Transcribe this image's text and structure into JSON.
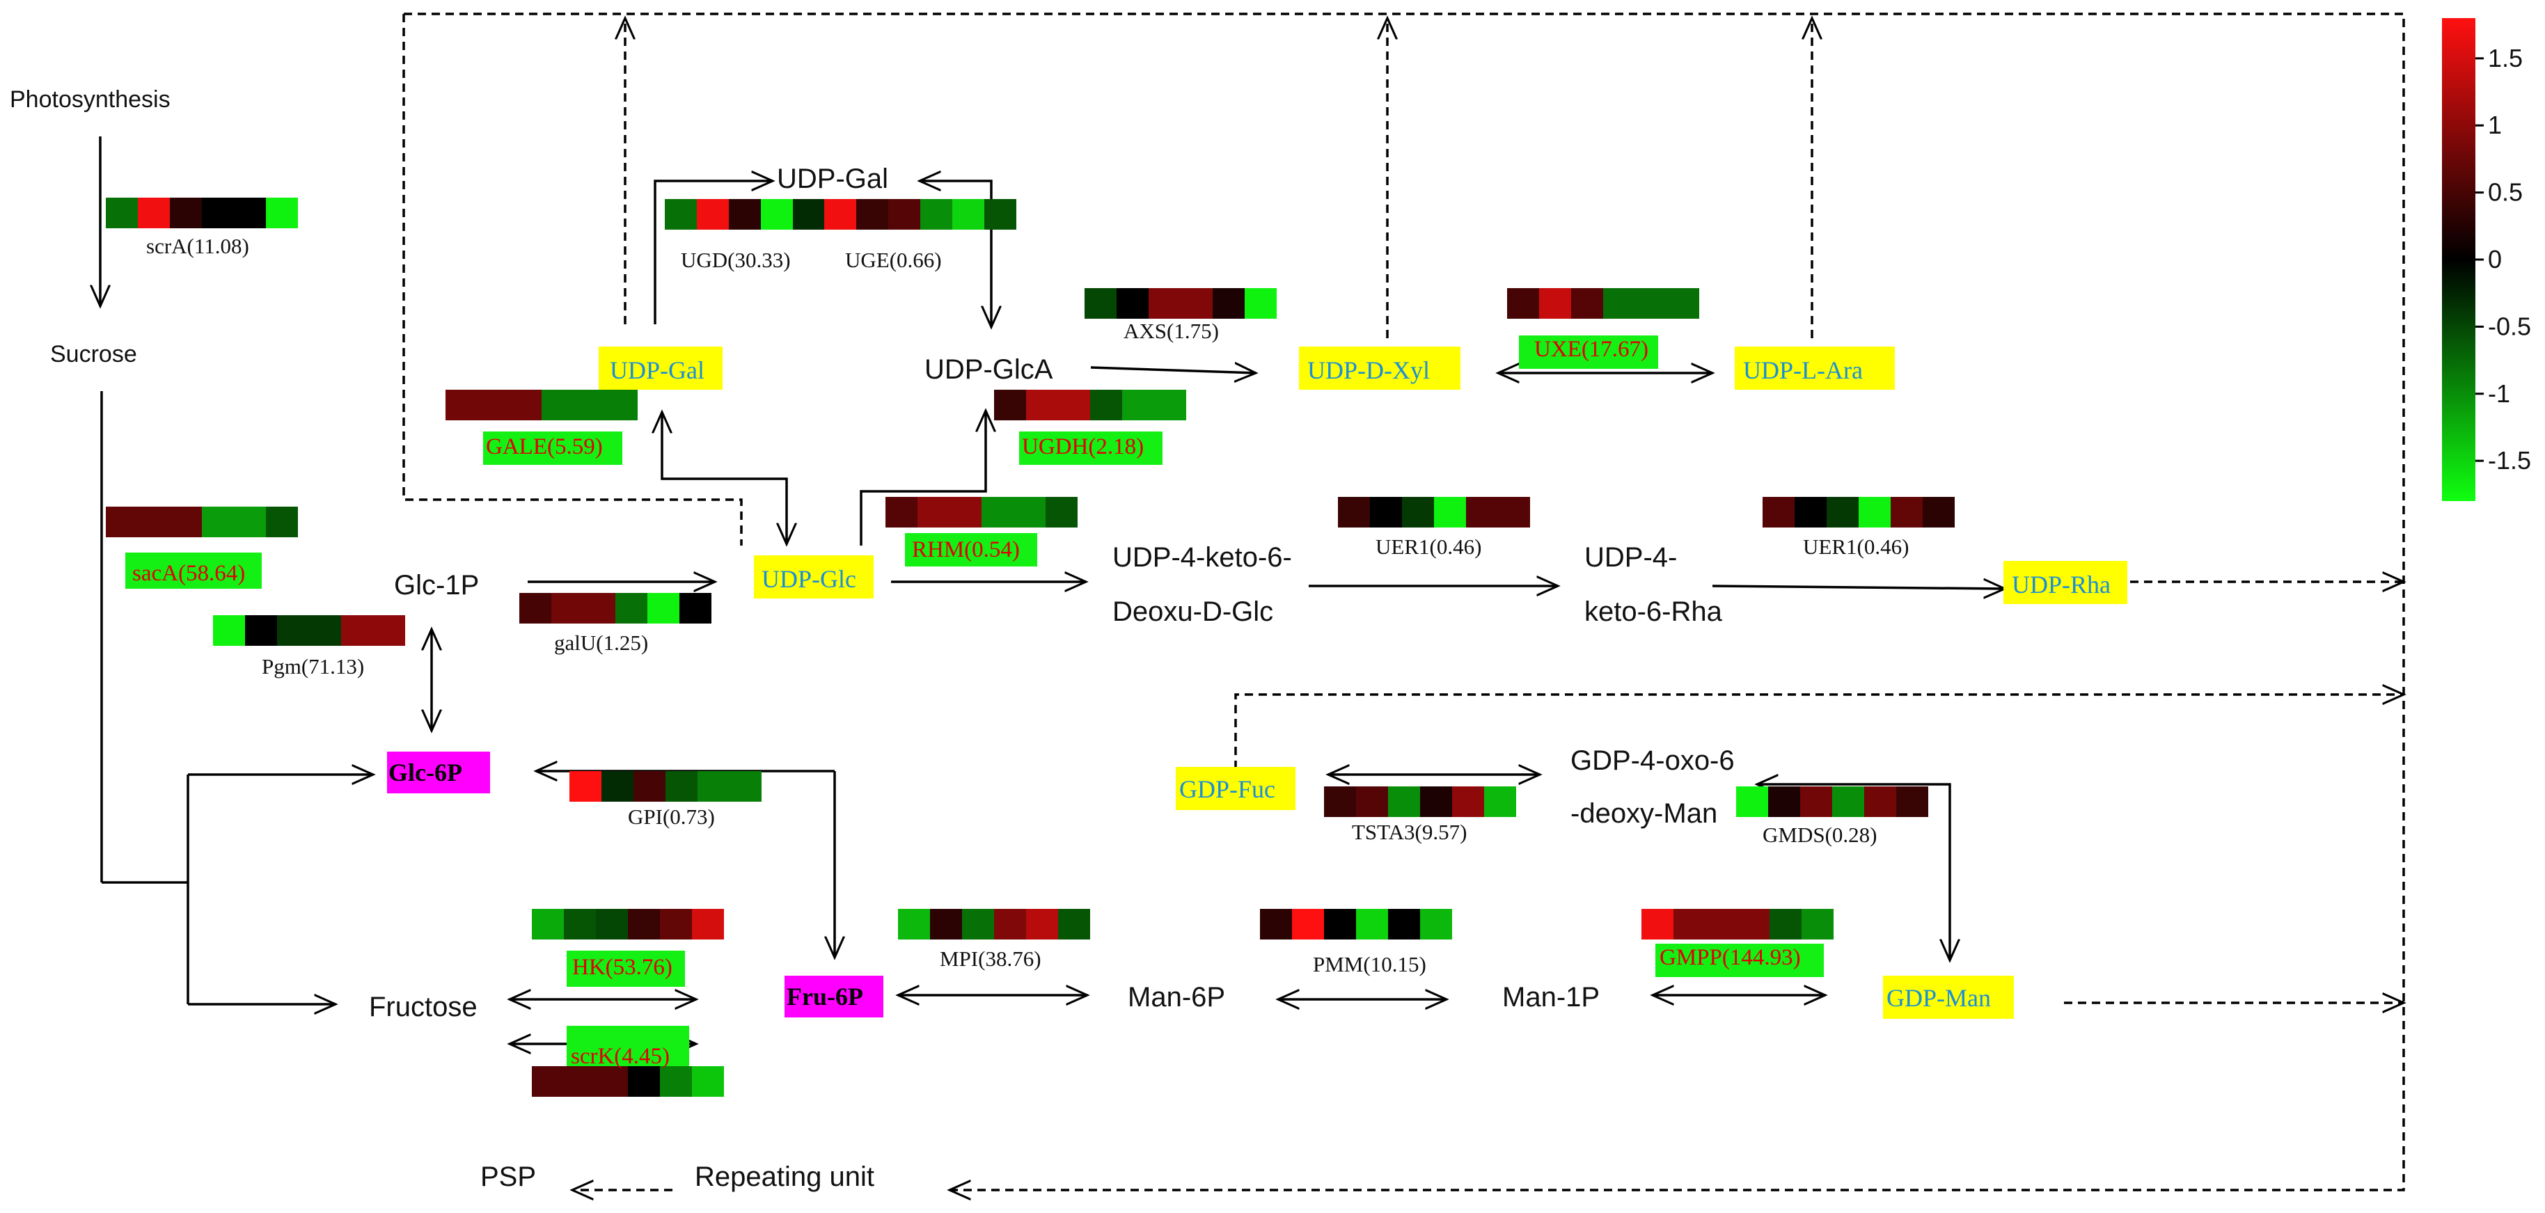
{
  "metabolites": {
    "udp_gal_top": "UDP-Gal",
    "udp_gal": "UDP-Gal",
    "udp_glca": "UDP-GlcA",
    "udp_d_xyl": "UDP-D-Xyl",
    "udp_l_ara": "UDP-L-Ara",
    "udp_glc": "UDP-Glc",
    "udp_4keto_deoxu_1": "UDP-4-keto-6-",
    "udp_4keto_deoxu_2": "Deoxu-D-Glc",
    "udp_4keto_rha_1": "UDP-4-",
    "udp_4keto_rha_2": "keto-6-Rha",
    "udp_rha": "UDP-Rha",
    "glc_1p": "Glc-1P",
    "glc_6p": "Glc-6P",
    "fru_6p": "Fru-6P",
    "gdp_fuc": "GDP-Fuc",
    "gdp_oxo_1": "GDP-4-oxo-6",
    "gdp_oxo_2": "-deoxy-Man",
    "man_6p": "Man-6P",
    "man_1p": "Man-1P",
    "gdp_man": "GDP-Man",
    "photosynthesis": "Photosynthesis",
    "sucrose": "Sucrose",
    "fructose": "Fructose",
    "psp": "PSP",
    "repeating_unit": "Repeating unit"
  },
  "genes": [
    {
      "id": "scrA",
      "label": "scrA(11.08)",
      "cells": [
        -0.8,
        1.7,
        0.3,
        0.0,
        0.0,
        -1.7
      ]
    },
    {
      "id": "UGD",
      "label": "UGD(30.33)",
      "cells": [
        -0.8,
        1.7,
        0.3,
        -1.7,
        -0.3,
        -0.7
      ]
    },
    {
      "id": "UGE",
      "label": "UGE(0.66)",
      "cells": [
        1.7,
        0.4,
        0.6,
        -1.0,
        -1.5,
        -0.6
      ]
    },
    {
      "id": "AXS",
      "label": "AXS(1.75)",
      "cells": [
        -0.5,
        0.0,
        0.9,
        0.9,
        0.2,
        -1.7
      ]
    },
    {
      "id": "UXE",
      "label": "UXE(17.67)",
      "cells": [
        0.5,
        1.4,
        0.6,
        -0.8,
        -0.8,
        -0.8
      ]
    },
    {
      "id": "GALE",
      "label": "GALE(5.59)",
      "cells": [
        0.8,
        0.8,
        0.8,
        -0.9,
        -0.9,
        -0.9
      ]
    },
    {
      "id": "UGDH",
      "label": "UGDH(2.18)",
      "cells": [
        0.4,
        1.2,
        1.2,
        -0.6,
        -1.1,
        -1.1
      ]
    },
    {
      "id": "RHM",
      "label": "RHM(0.54)",
      "cells": [
        0.6,
        1.0,
        1.0,
        -1.0,
        -1.0,
        -0.6
      ]
    },
    {
      "id": "UER1a",
      "label": "UER1(0.46)",
      "cells": [
        0.4,
        0.0,
        -0.4,
        -1.7,
        0.6,
        0.6
      ]
    },
    {
      "id": "UER1b",
      "label": "UER1(0.46)",
      "cells": [
        0.6,
        0.0,
        -0.4,
        -1.7,
        0.7,
        0.3
      ]
    },
    {
      "id": "sacA",
      "label": "sacA(58.64)",
      "cells": [
        0.7,
        0.7,
        0.7,
        -1.1,
        -1.1,
        -0.6
      ]
    },
    {
      "id": "galU",
      "label": "galU(1.25)",
      "cells": [
        0.5,
        0.8,
        0.8,
        -0.8,
        -1.7,
        0.0
      ]
    },
    {
      "id": "Pgm",
      "label": "Pgm(71.13)",
      "cells": [
        -1.7,
        0.0,
        -0.4,
        -0.4,
        1.0,
        1.0
      ]
    },
    {
      "id": "GPI",
      "label": "GPI(0.73)",
      "cells": [
        1.8,
        -0.3,
        0.5,
        -0.6,
        -0.9,
        -0.9
      ]
    },
    {
      "id": "TSTA3",
      "label": "TSTA3(9.57)",
      "cells": [
        0.4,
        0.6,
        -1.0,
        0.2,
        1.0,
        -1.3
      ]
    },
    {
      "id": "GMDS",
      "label": "GMDS(0.28)",
      "cells": [
        -1.7,
        0.2,
        0.8,
        -1.0,
        0.8,
        0.4
      ]
    },
    {
      "id": "HK",
      "label": "HK(53.76)",
      "cells": [
        -1.2,
        -0.6,
        -0.5,
        0.4,
        0.7,
        1.5
      ]
    },
    {
      "id": "scrK",
      "label": "scrK(4.45)",
      "cells": [
        0.6,
        0.6,
        0.6,
        0.0,
        -0.9,
        -1.4
      ]
    },
    {
      "id": "MPI",
      "label": "MPI(38.76)",
      "cells": [
        -1.3,
        0.3,
        -0.8,
        0.9,
        1.3,
        -0.6
      ]
    },
    {
      "id": "PMM",
      "label": "PMM(10.15)",
      "cells": [
        0.3,
        1.8,
        0.0,
        -1.5,
        0.0,
        -1.3
      ]
    },
    {
      "id": "GMPP",
      "label": "GMPP(144.93)",
      "cells": [
        1.7,
        0.9,
        0.9,
        0.9,
        -0.6,
        -1.0
      ]
    }
  ],
  "colorbar": {
    "ticks": [
      "1.5",
      "1",
      "0.5",
      "0",
      "-0.5",
      "-1",
      "-1.5"
    ],
    "tick_values": [
      1.5,
      1,
      0.5,
      0,
      -0.5,
      -1,
      -1.5
    ],
    "range": [
      -1.8,
      1.8
    ],
    "high_color": "#ff1010",
    "mid_color": "#000000",
    "low_color": "#10ff10"
  },
  "colors": {
    "highlight_yellow": "#ffff00",
    "highlight_magenta": "#ff00ff",
    "metabolite_text": "#1a8fd6",
    "gene_label_red": "#e00000"
  }
}
